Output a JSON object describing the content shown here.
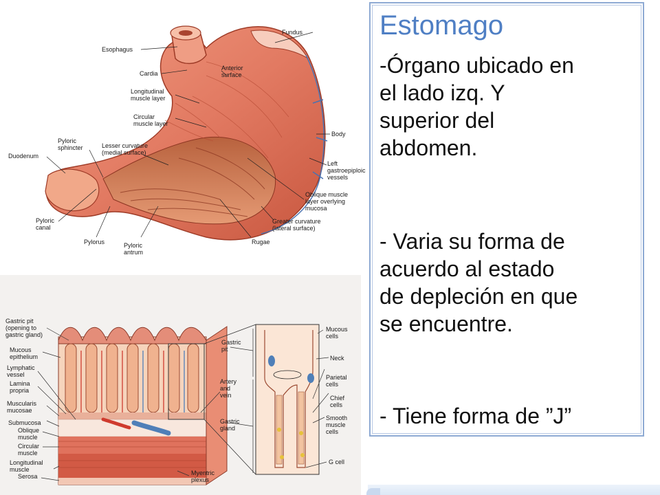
{
  "slide": {
    "title": "Estomago",
    "paragraphs": [
      "-Órgano ubicado en\nel lado izq. Y\nsuperior del\nabdomen.",
      "- Varia su forma de\nacuerdo al estado\nde depleción en que\nse encuentre.",
      "- Tiene forma de ”J”"
    ]
  },
  "stomach_figure": {
    "labels": {
      "fundus": "Fundus",
      "esophagus": "Esophagus",
      "cardia": "Cardia",
      "anterior_surface": "Anterior\nsurface",
      "longitudinal": "Longitudinal\nmuscle layer",
      "circular": "Circular\nmuscle layer",
      "pyloric_sphincter": "Pyloric\nsphincter",
      "lesser_curvature": "Lesser curvature\n(medial surface)",
      "duodenum": "Duodenum",
      "body": "Body",
      "left_gastro": "Left\ngastroepiploic\nvessels",
      "oblique": "Oblique muscle\nlayer overlying\nmucosa",
      "greater_curvature": "Greater curvature\n(lateral surface)",
      "pyloric_canal": "Pyloric\ncanal",
      "pylorus": "Pylorus",
      "pyloric_antrum": "Pyloric\nantrum",
      "rugae": "Rugae"
    }
  },
  "wall_figure": {
    "labels": {
      "gastric_pit_opening": "Gastric pit\n(opening to\ngastric gland)",
      "mucous_epithelium": "Mucous\nepithelium",
      "lymphatic": "Lymphatic\nvessel",
      "lamina": "Lamina\npropria",
      "muscularis": "Muscularis\nmucosae",
      "submucosa": "Submucosa",
      "oblique_muscle": "Oblique\nmuscle",
      "circular_muscle": "Circular\nmuscle",
      "longitudinal_muscle": "Longitudinal\nmuscle",
      "serosa": "Serosa",
      "gastric_pit": "Gastric\npit",
      "artery_vein": "Artery\nand\nvein",
      "gastric_gland": "Gastric\ngland",
      "myentric": "Myentric\nplexus",
      "mucous_cells": "Mucous\ncells",
      "neck": "Neck",
      "parietal": "Parietal\ncells",
      "chief": "Chief\ncells",
      "smooth": "Smooth\nmuscle\ncells",
      "g_cell": "G cell"
    }
  },
  "colors": {
    "title": "#4f7fc4",
    "frame": "#8eaad3",
    "muscle": "#e2866f",
    "muscle_dark": "#b9513e",
    "mucosa": "#f2c9a7",
    "vein": "#4f7fb8"
  }
}
